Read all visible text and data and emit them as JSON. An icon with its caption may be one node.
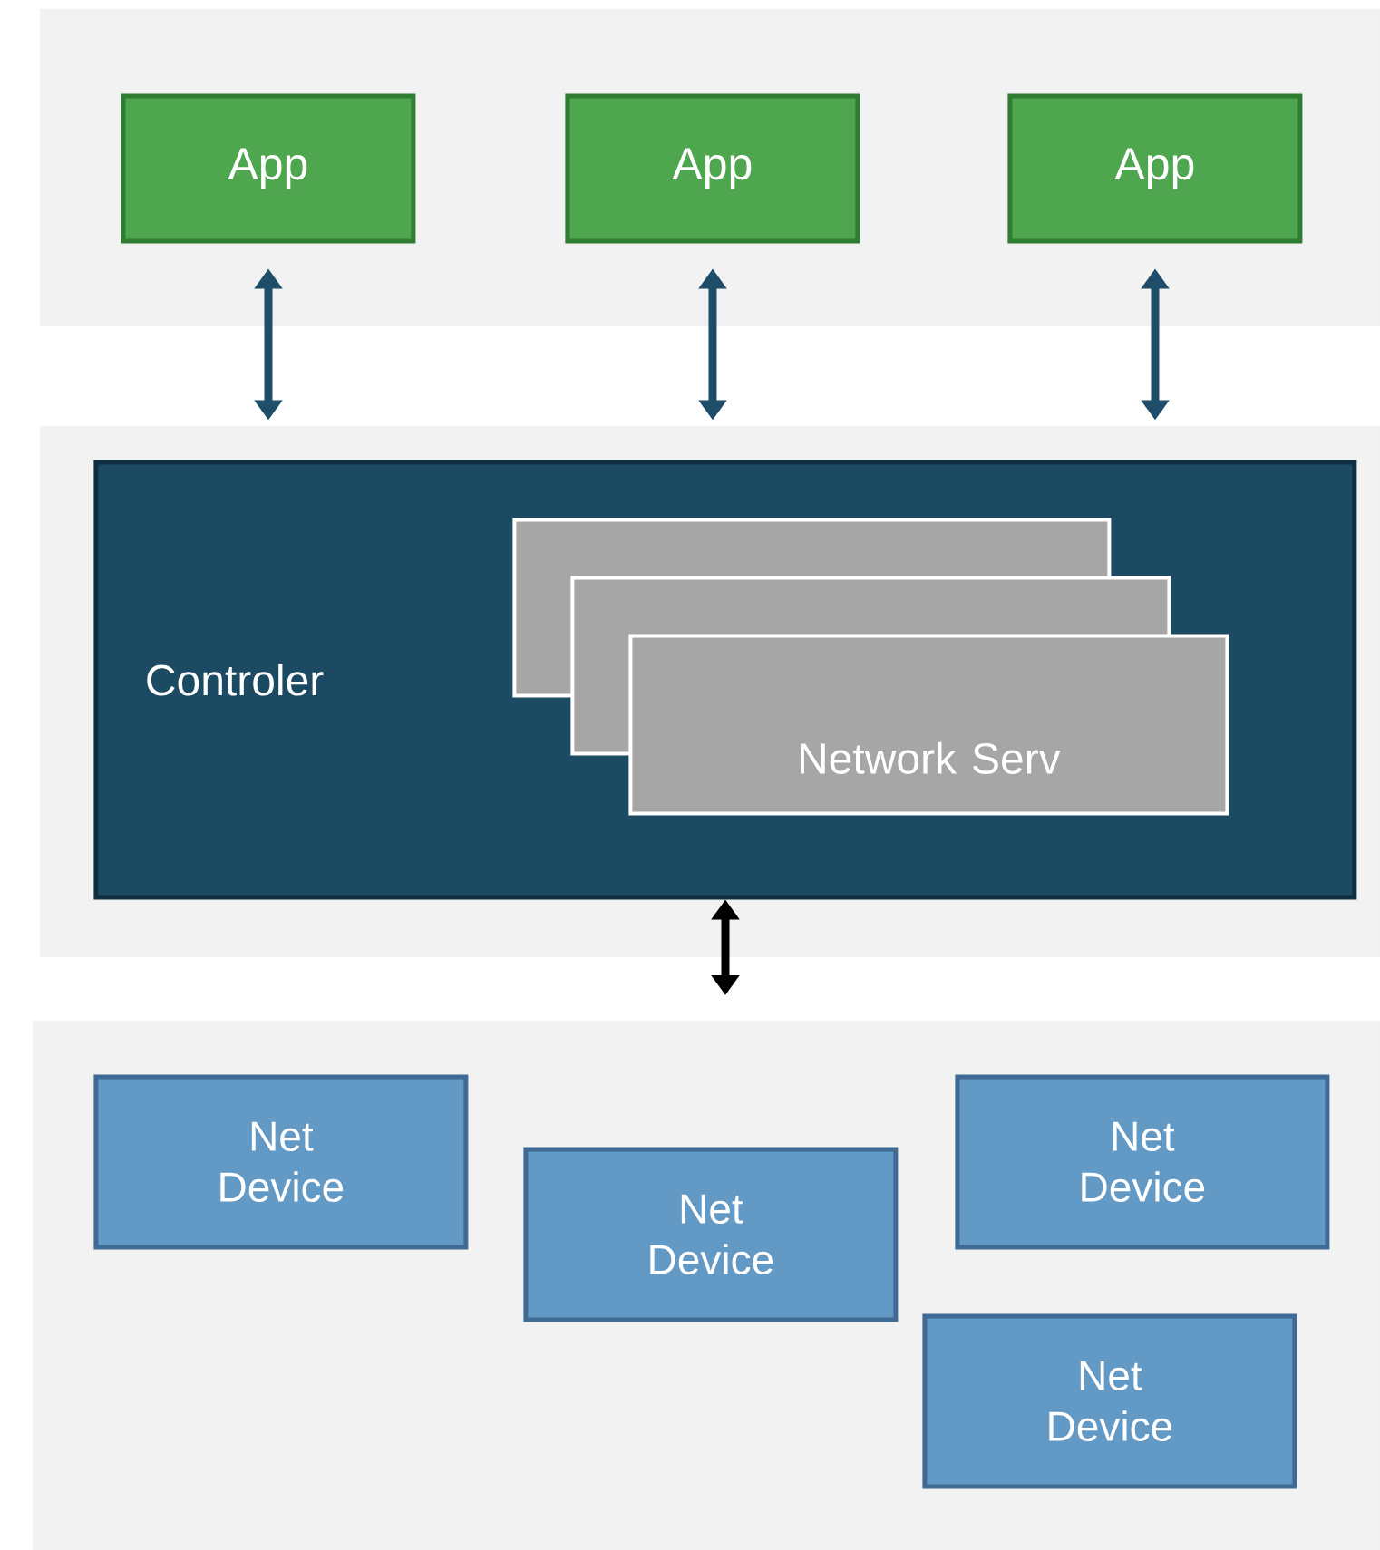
{
  "diagram": {
    "nodes": [
      {
        "text": [],
        "shape": "box"
      },
      {
        "text": [
          "App"
        ],
        "in": 0
      },
      {
        "text": [
          "App"
        ],
        "in": 0
      },
      {
        "text": [
          "App"
        ],
        "in": 0
      },
      {
        "text": [],
        "shape": "box"
      },
      {
        "text": [
          "Controler"
        ],
        "in": 4
      },
      {
        "text": [],
        "shape": "box",
        "in": 5
      },
      {
        "text": [],
        "shape": "box",
        "in": 5
      },
      {
        "text": [
          "Network Serv"
        ],
        "in": 5
      },
      {
        "text": [],
        "shape": "box"
      },
      {
        "text": [
          "Net Device"
        ],
        "in": 9
      },
      {
        "text": [
          "Net Device"
        ],
        "in": 9
      },
      {
        "text": [
          "Net Device"
        ],
        "in": 9
      },
      {
        "text": [
          "Net Device"
        ],
        "in": 9
      }
    ],
    "edges": [
      {
        "from": 1,
        "to": 5,
        "arrow": "both"
      },
      {
        "from": 2,
        "to": 5,
        "arrow": "both"
      },
      {
        "from": 3,
        "to": 5,
        "arrow": "both"
      },
      {
        "from": 5,
        "to": 9,
        "arrow": "both",
        "color": "#000000"
      }
    ]
  }
}
